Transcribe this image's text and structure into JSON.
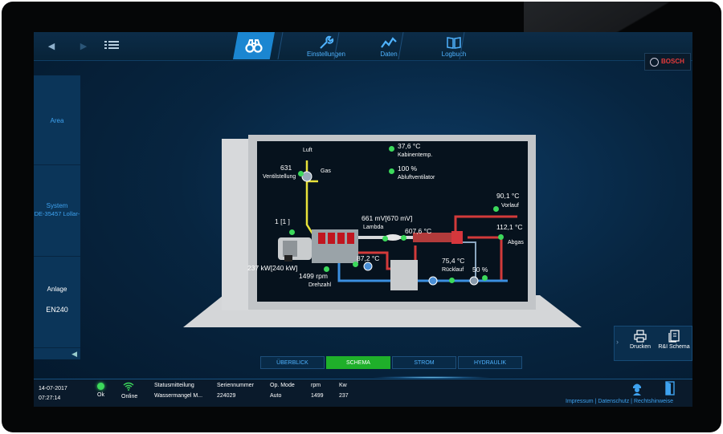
{
  "header": {
    "tabs": [
      {
        "label": "",
        "icon": "binoculars-icon",
        "active": true
      },
      {
        "label": "Einstellungen",
        "icon": "wrench-icon"
      },
      {
        "label": "Daten",
        "icon": "chart-icon"
      },
      {
        "label": "Logbuch",
        "icon": "book-icon"
      }
    ],
    "brand": "BOSCH"
  },
  "sidebar": {
    "area": "Area",
    "system_title": "System",
    "system_value": "DE-35457 Lollar-",
    "anlage_title": "Anlage",
    "anlage_value": "EN240"
  },
  "diagram": {
    "luft": "Luft",
    "ventil_value": "631",
    "ventil_label": "Ventilstellung",
    "gas": "Gas",
    "kabinentemp_value": "37,6 °C",
    "kabinentemp_label": "Kabinentemp.",
    "abluft_value": "100 %",
    "abluft_label": "Abluftventilator",
    "vorlauf_value": "90,1 °C",
    "vorlauf_label": "Vorlauf",
    "abgas_value": "112,1 °C",
    "abgas_label": "Abgas",
    "gen_value": "1 [1 ]",
    "lambda_value": "661 mV[670 mV]",
    "lambda_label": "Lambda",
    "temp607": "607,6 °C",
    "power_value": "237 kW[240 kW]",
    "rpm_value": "1499 rpm",
    "rpm_label": "Drehzahl",
    "temp872": "87,2 °C",
    "ruecklauf_value": "75,4 °C",
    "ruecklauf_label": "Rücklauf",
    "valve_pct": "50 %"
  },
  "bottom_tabs": [
    {
      "label": "ÜBERBLICK"
    },
    {
      "label": "SCHEMA",
      "active": true
    },
    {
      "label": "STROM"
    },
    {
      "label": "HYDRAULIK"
    }
  ],
  "right_panel": {
    "print_label": "Drucken",
    "schema_label": "R&I Schema"
  },
  "status": {
    "date": "14-07-2017",
    "time": "07:27:14",
    "ok_label": "Ok",
    "online_label": "Online",
    "col_status": "Statusmitteilung",
    "col_serial": "Seriennummer",
    "col_mode": "Op. Mode",
    "col_rpm": "rpm",
    "col_kw": "Kw",
    "val_status": "Wassermangel M...",
    "val_serial": "224029",
    "val_mode": "Auto",
    "val_rpm": "1499",
    "val_kw": "237",
    "footer_links": "Impressum | Datenschutz | Rechtshinweise"
  },
  "colors": {
    "accent": "#1b86d1",
    "status_ok": "#3cd95b",
    "active_tab": "#1fb02a"
  }
}
